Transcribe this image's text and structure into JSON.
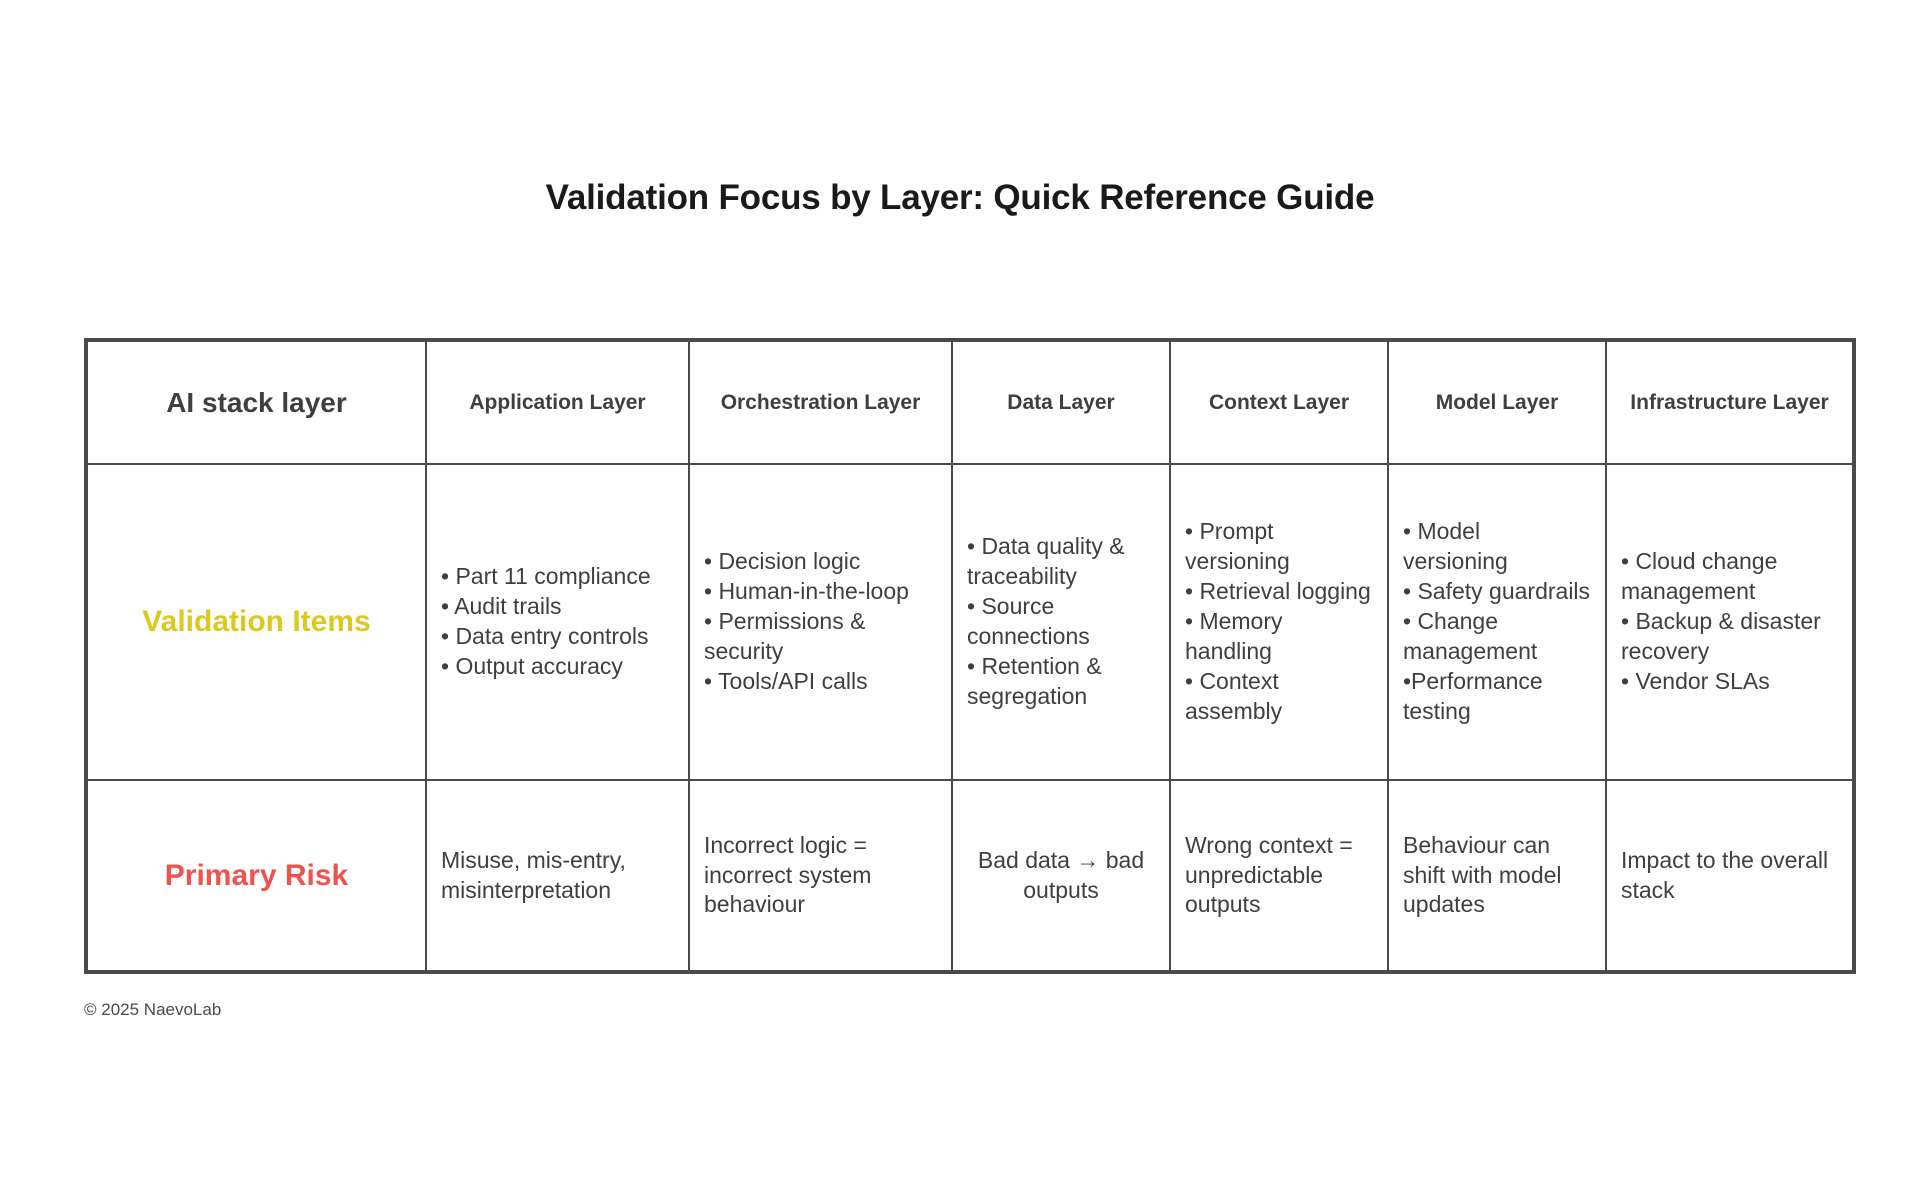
{
  "page": {
    "title": "Validation Focus by Layer: Quick Reference Guide",
    "footer": "© 2025 NaevoLab",
    "colors": {
      "border": "#4a4a4a",
      "text": "#3f3f3f",
      "title": "#1a1a1a",
      "validation_items_label": "#ddc81e",
      "primary_risk_label": "#ef5350",
      "background": "#ffffff"
    }
  },
  "table": {
    "headers": [
      "AI stack layer",
      "Application Layer",
      "Orchestration Layer",
      "Data Layer",
      "Context Layer",
      "Model Layer",
      "Infrastructure Layer"
    ],
    "rows": [
      {
        "label": "Validation Items",
        "cells": [
          "• Part 11 compliance\n• Audit trails\n• Data entry controls\n• Output accuracy",
          "• Decision logic\n• Human-in-the-loop\n• Permissions & security\n• Tools/API calls",
          "• Data quality & traceability\n• Source connections\n• Retention & segregation",
          "• Prompt versioning\n• Retrieval logging\n• Memory handling\n• Context assembly",
          "• Model versioning\n• Safety guardrails\n• Change management\n•Performance testing",
          "• Cloud change management\n• Backup & disaster recovery\n• Vendor SLAs"
        ]
      },
      {
        "label": "Primary Risk",
        "cells": [
          "Misuse, mis-entry, misinterpretation",
          "Incorrect logic = incorrect system behaviour",
          "Bad data → bad outputs",
          "Wrong context = unpredictable outputs",
          "Behaviour can shift with model updates",
          "Impact to the overall stack"
        ]
      }
    ]
  }
}
